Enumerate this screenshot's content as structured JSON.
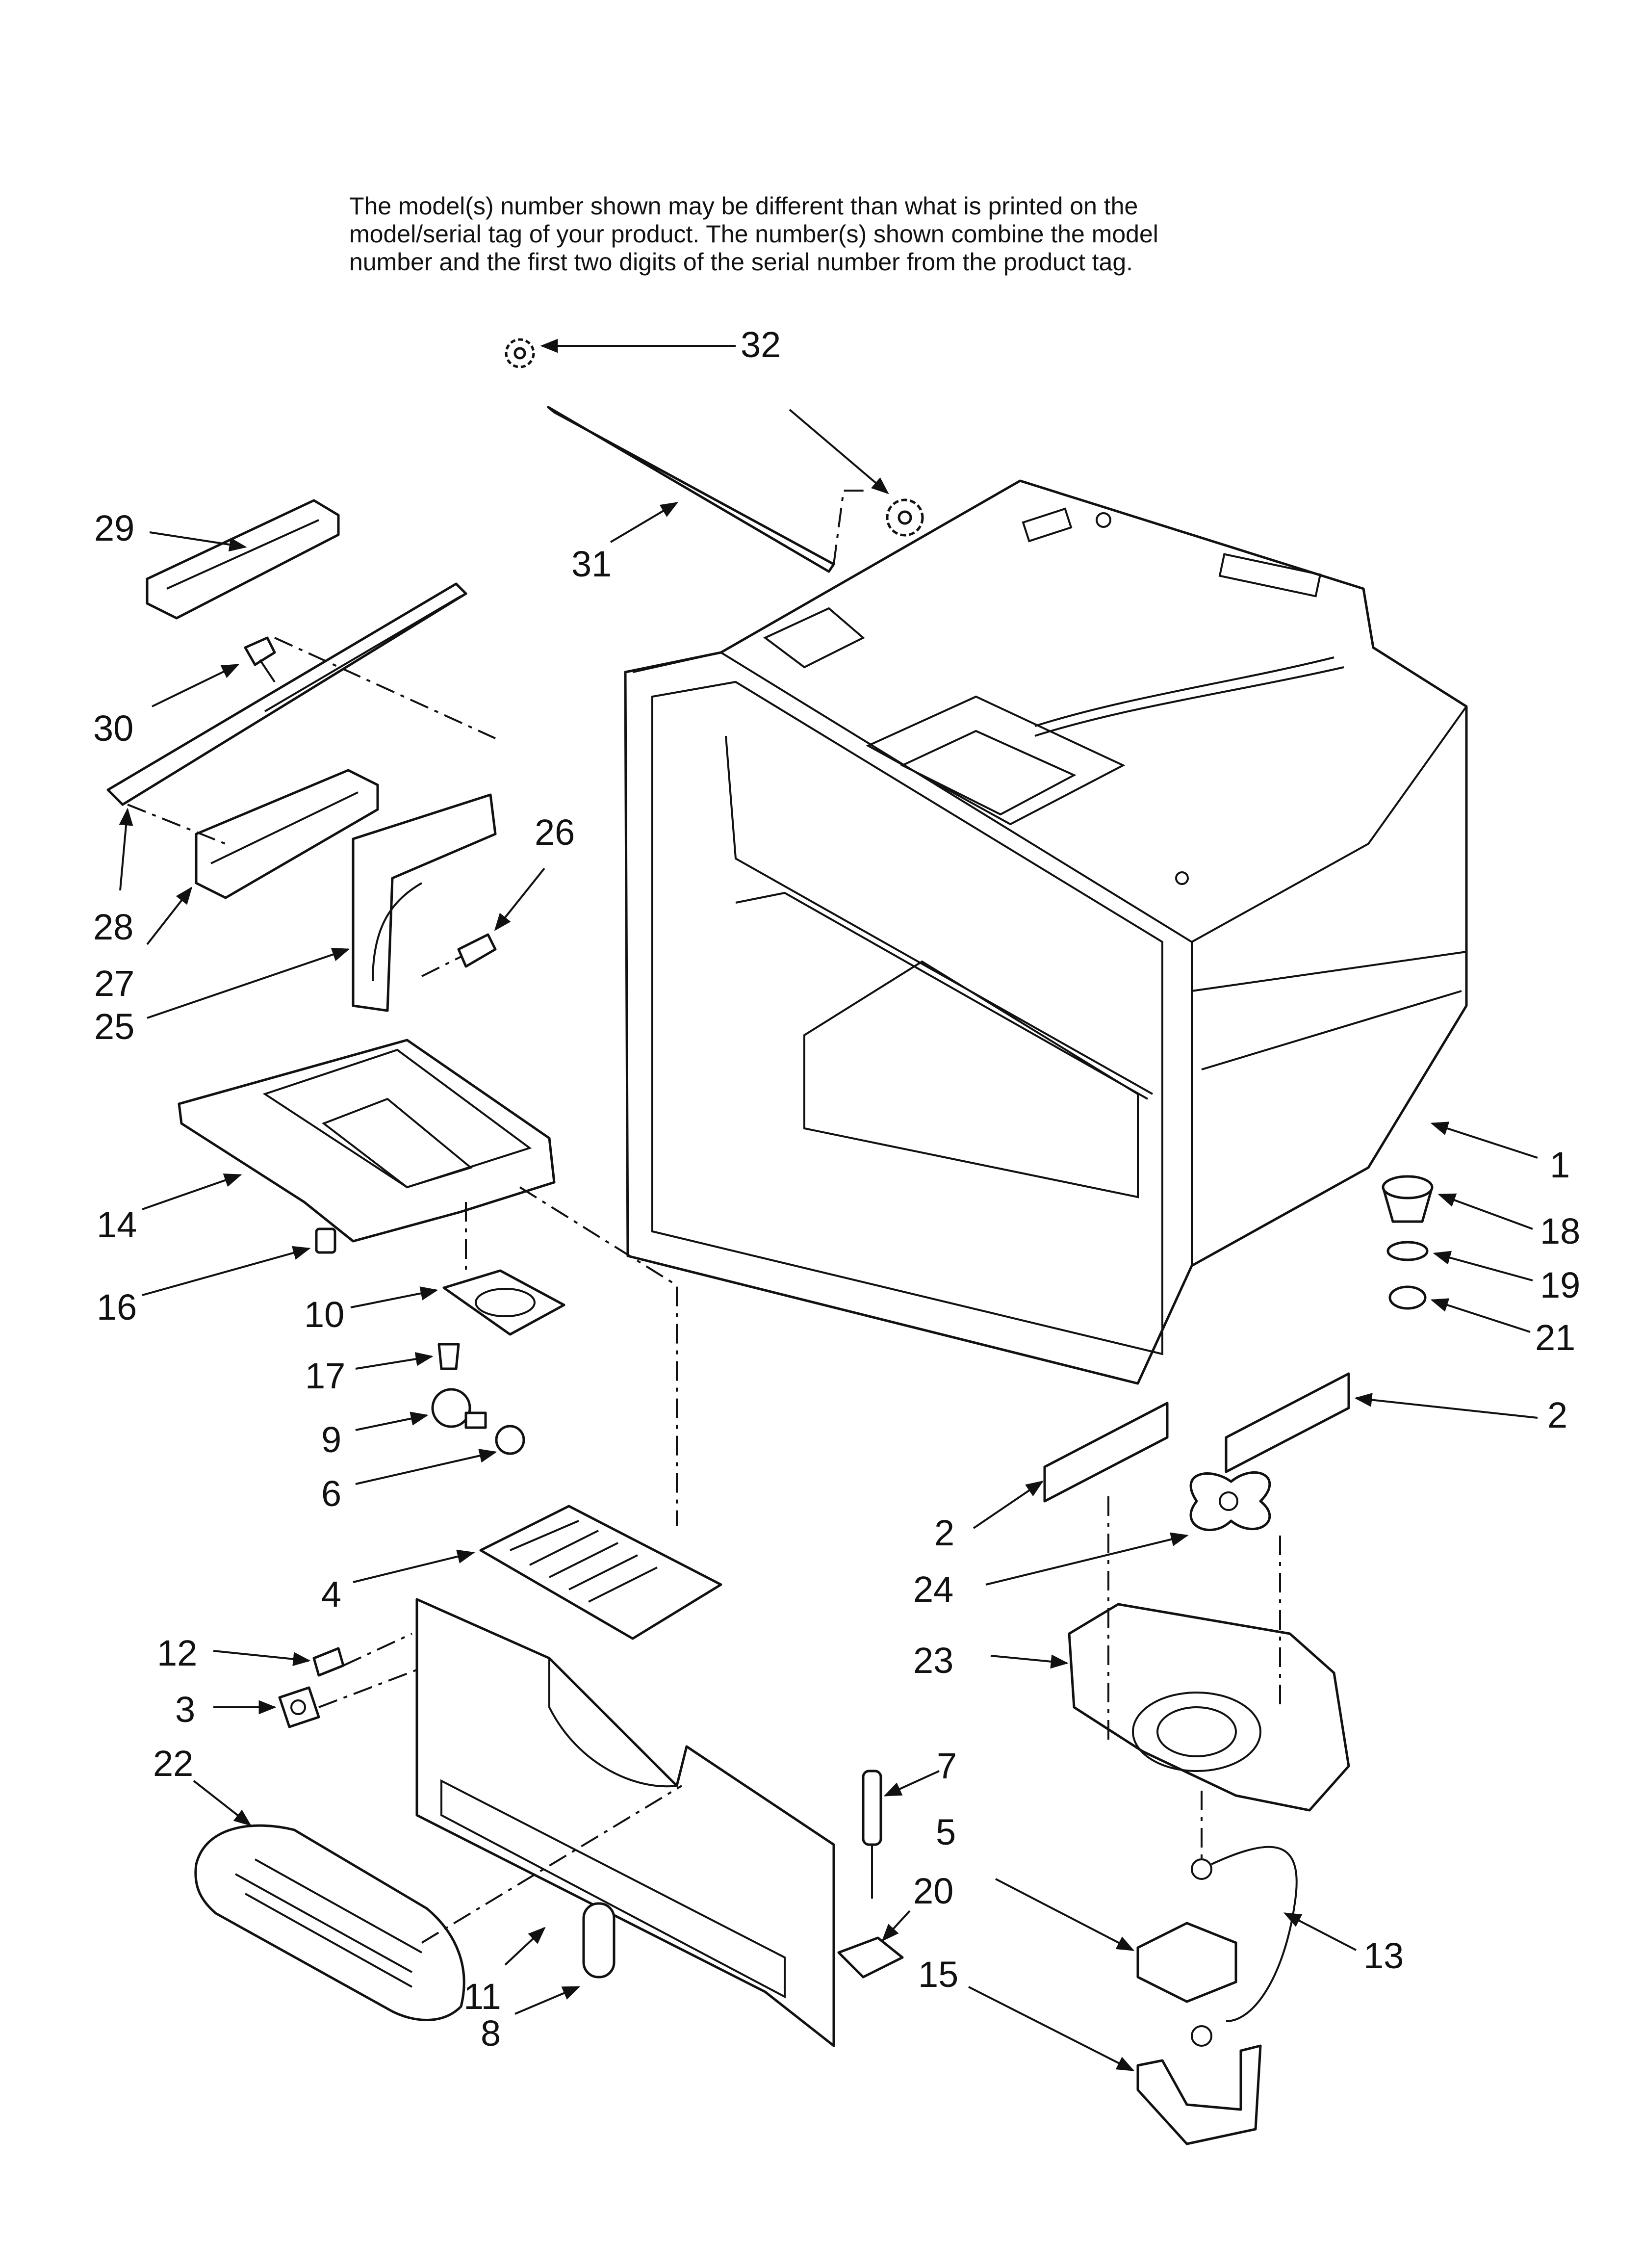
{
  "notice": {
    "lines": [
      "The model(s) number shown may be different than what is printed on the",
      "model/serial tag of your product. The number(s) shown combine the model",
      "number and the first two digits of the serial number from the product tag."
    ]
  },
  "callouts": {
    "c1": "1",
    "c2a": "2",
    "c2b": "2",
    "c3": "3",
    "c4": "4",
    "c5": "5",
    "c6": "6",
    "c7": "7",
    "c8": "8",
    "c9": "9",
    "c10": "10",
    "c11": "11",
    "c12": "12",
    "c13": "13",
    "c14": "14",
    "c15": "15",
    "c16": "16",
    "c17": "17",
    "c18": "18",
    "c19": "19",
    "c20": "20",
    "c21": "21",
    "c22": "22",
    "c23": "23",
    "c24": "24",
    "c25": "25",
    "c26": "26",
    "c27": "27",
    "c28": "28",
    "c29": "29",
    "c30": "30",
    "c31": "31",
    "c32": "32"
  },
  "colors": {
    "ink": "#111111",
    "paper": "#ffffff"
  }
}
